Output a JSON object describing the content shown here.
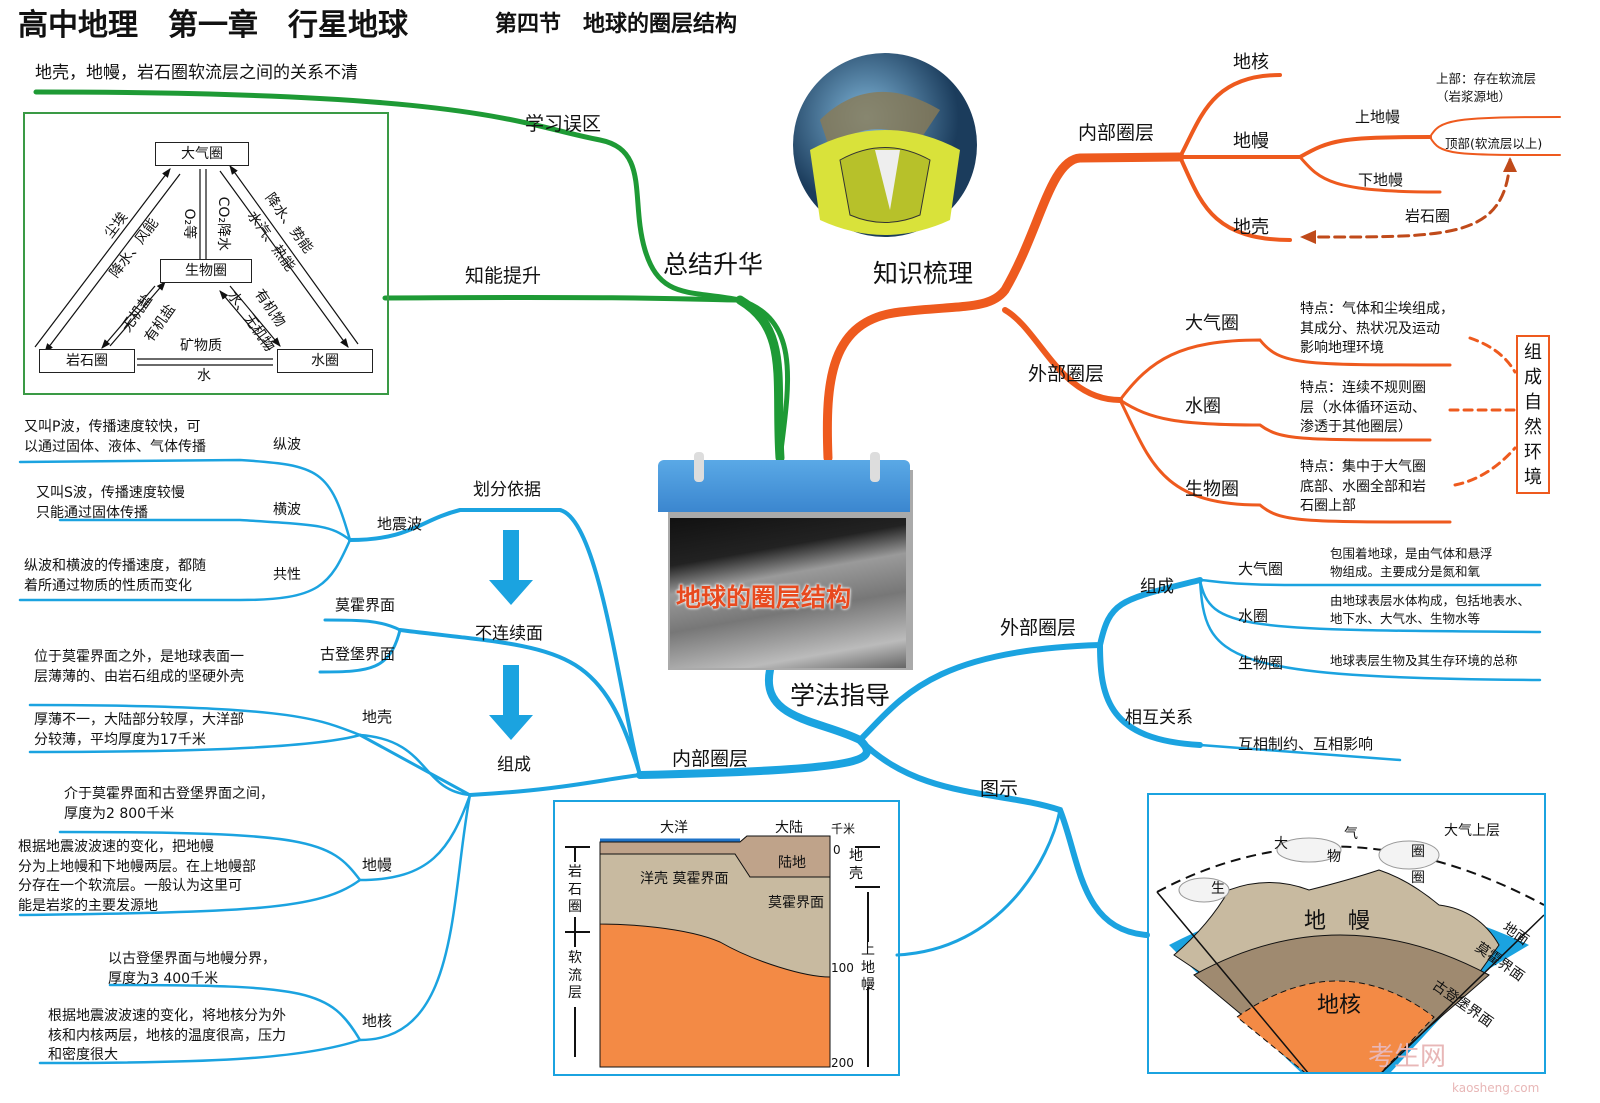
{
  "header": {
    "title": "高中地理　第一章　行星地球",
    "subtitle": "第四节　地球的圈层结构"
  },
  "center": {
    "title": "地球的圈层结构"
  },
  "colors": {
    "green": "#1e9a35",
    "orange": "#ee5a1e",
    "blue": "#1ba3e0",
    "crust": "#bfa990",
    "mantle": "#9f8a70",
    "core": "#f38a45"
  },
  "summary": {
    "label": "总结升华",
    "mistakes": {
      "label": "学习误区",
      "text": "地壳，地幔，岩石圈软流层之间的关系不清"
    },
    "skills": {
      "label": "知能提升"
    },
    "triangle": {
      "nodes": {
        "atmosphere": "大气圈",
        "biosphere": "生物圈",
        "lithosphere": "岩石圈",
        "hydrosphere": "水圈"
      },
      "links": {
        "dust": "尘埃",
        "rain_wind": "降水、风能",
        "o2": "O₂等",
        "co2": "CO₂降水",
        "rain_potential": "降水、势能",
        "vapor_heat": "水汽、热能",
        "inorganic_salt": "无机盐",
        "organic_salt": "有机盐",
        "organic": "有机物",
        "water_inorganic": "水、无机物",
        "mineral": "矿物质",
        "water": "水"
      }
    }
  },
  "knowledge": {
    "label": "知识梳理",
    "inner": {
      "label": "内部圈层",
      "core": "地核",
      "mantle": "地幔",
      "crust": "地壳",
      "upper_mantle": "上地幔",
      "lower_mantle": "下地幔",
      "upper_part": "上部：存在软流层（岩浆源地）",
      "upper_part_l1": "上部：存在软流层",
      "upper_part_l2": "（岩浆源地）",
      "top_part": "顶部(软流层以上)",
      "lithosphere": "岩石圈"
    },
    "outer": {
      "label": "外部圈层",
      "items": [
        {
          "label": "大气圈",
          "lines": [
            "特点：气体和尘埃组成，",
            "其成分、热状况及运动",
            "影响地理环境"
          ]
        },
        {
          "label": "水圈",
          "lines": [
            "特点：连续不规则圈",
            "层（水体循环运动、",
            "渗透于其他圈层）"
          ]
        },
        {
          "label": "生物圈",
          "lines": [
            "特点：集中于大气圈",
            "底部、水圈全部和岩",
            "石圈上部"
          ]
        }
      ],
      "box": "组成自然环境"
    }
  },
  "method": {
    "label": "学法指导",
    "outer": {
      "label": "外部圈层",
      "composition": "组成",
      "items": [
        {
          "label": "大气圈",
          "lines": [
            "包围着地球，是由气体和悬浮",
            "物组成。主要成分是氮和氧"
          ]
        },
        {
          "label": "水圈",
          "lines": [
            "由地球表层水体构成，包括地表水、",
            "地下水、大气水、生物水等"
          ]
        },
        {
          "label": "生物圈",
          "lines": [
            "地球表层生物及其生存环境的总称"
          ]
        }
      ],
      "relation": "相互关系",
      "relation_text": "互相制约、互相影响"
    },
    "diagram": {
      "label": "图示"
    },
    "inner": {
      "label": "内部圈层",
      "basis": "划分依据",
      "discontinuity": "不连续面",
      "composition": "组成",
      "seismic": "地震波",
      "waves": [
        {
          "label": "纵波",
          "lines": [
            "又叫P波，传播速度较快，可",
            "以通过固体、液体、气体传播"
          ]
        },
        {
          "label": "横波",
          "lines": [
            "又叫S波，传播速度较慢",
            "只能通过固体传播"
          ]
        },
        {
          "label": "共性",
          "lines": [
            "纵波和横波的传播速度，都随",
            "着所通过物质的性质而变化"
          ]
        }
      ],
      "moho": "莫霍界面",
      "gutenberg": "古登堡界面",
      "crust": {
        "label": "地壳",
        "lines1": [
          "位于莫霍界面之外，是地球表面一",
          "层薄薄的、由岩石组成的坚硬外壳"
        ],
        "lines2": [
          "厚薄不一，大陆部分较厚，大洋部",
          "分较薄，平均厚度为17千米"
        ]
      },
      "mantle": {
        "label": "地幔",
        "lines1": [
          "介于莫霍界面和古登堡界面之间，",
          "厚度为2 800千米"
        ],
        "lines2": [
          "根据地震波波速的变化，把地幔",
          "分为上地幔和下地幔两层。在上地幔部",
          "分存在一个软流层。一般认为这里可",
          "能是岩浆的主要发源地"
        ]
      },
      "core": {
        "label": "地核",
        "lines1": [
          "以古登堡界面与地幔分界，",
          "厚度为3 400千米"
        ],
        "lines2": [
          "根据地震波波速的变化，将地核分为外",
          "核和内核两层，地核的温度很高，压力",
          "和密度很大"
        ]
      }
    }
  },
  "cross_section": {
    "ocean": "大洋",
    "continent": "大陆",
    "unit": "千米",
    "ticks": [
      "0",
      "100",
      "200"
    ],
    "land": "陆地",
    "ocean_crust": "洋壳 莫霍界面",
    "moho": "莫霍界面",
    "lithosphere": "岩石圈",
    "asthenosphere": "软流层",
    "crust": "地壳",
    "upper_mantle": "上地幔"
  },
  "sector": {
    "upper_atmosphere": "大气上层",
    "atmosphere_chars": [
      "大",
      "气",
      "圈"
    ],
    "biosphere_chars": [
      "生",
      "物",
      "圈"
    ],
    "mantle": "地　幔",
    "core": "地核",
    "surface": "地面",
    "moho": "莫霍界面",
    "gutenberg": "古登堡界面"
  },
  "watermark": {
    "text": "考生网",
    "url": "kaosheng.com"
  }
}
